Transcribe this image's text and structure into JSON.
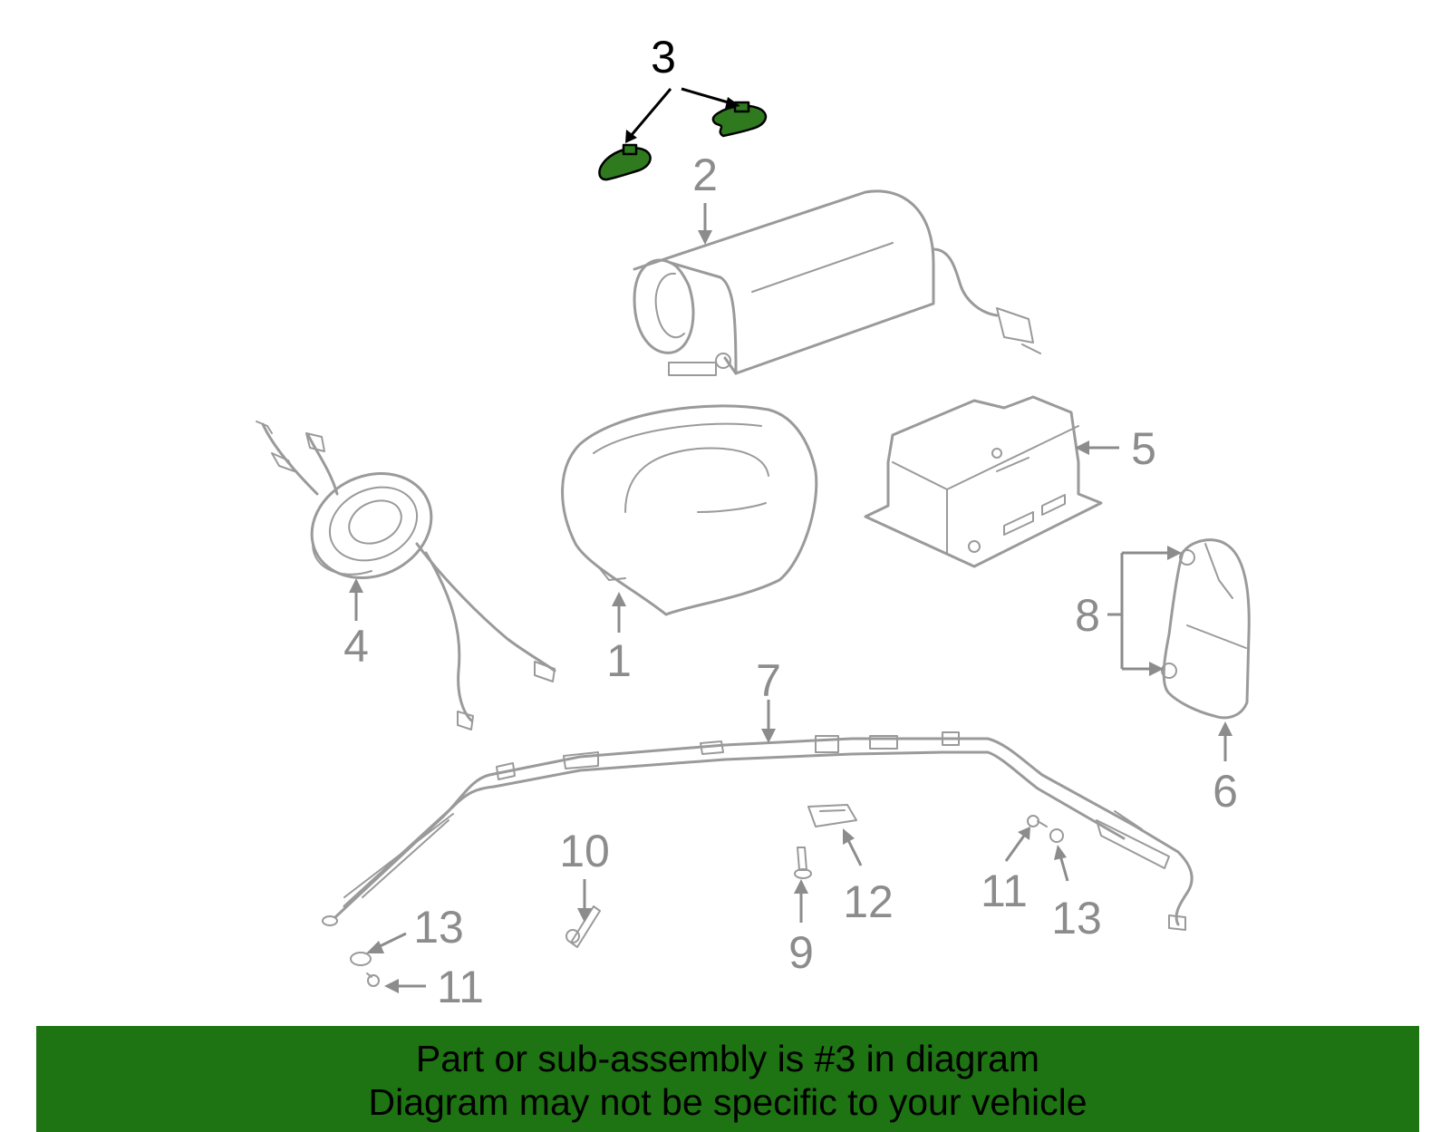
{
  "callouts": {
    "c1": "1",
    "c2": "2",
    "c3": "3",
    "c4": "4",
    "c5": "5",
    "c6": "6",
    "c7": "7",
    "c8": "8",
    "c9": "9",
    "c10": "10",
    "c11a": "11",
    "c11b": "11",
    "c12": "12",
    "c13a": "13",
    "c13b": "13"
  },
  "highlighted_part": "3",
  "colors": {
    "highlight": "#2f7a1f",
    "banner": "#1e7313",
    "line": "#9a9a9a"
  },
  "banner": {
    "line1": "Part or sub-assembly is #3 in diagram",
    "line2": "Diagram may not be specific to your vehicle"
  }
}
